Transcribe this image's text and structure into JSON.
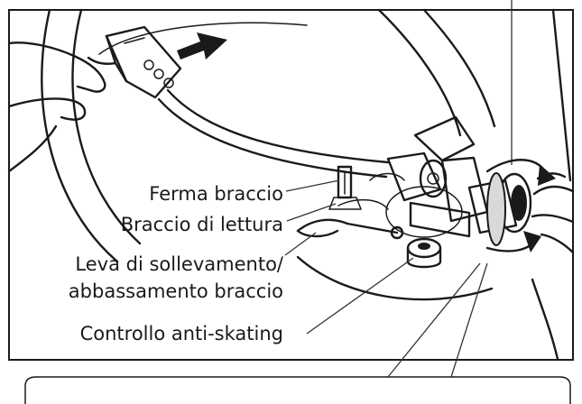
{
  "labels": {
    "arm_rest": "Ferma braccio",
    "tone_arm": "Braccio di lettura",
    "arm_lift": "Leva di sollevamento/",
    "arm_lift_2": "abbassamento braccio",
    "anti_skating": "Controllo anti-skating"
  },
  "colors": {
    "ink": "#1a1a1a",
    "background": "#ffffff",
    "shade": "#d9d9d9"
  }
}
